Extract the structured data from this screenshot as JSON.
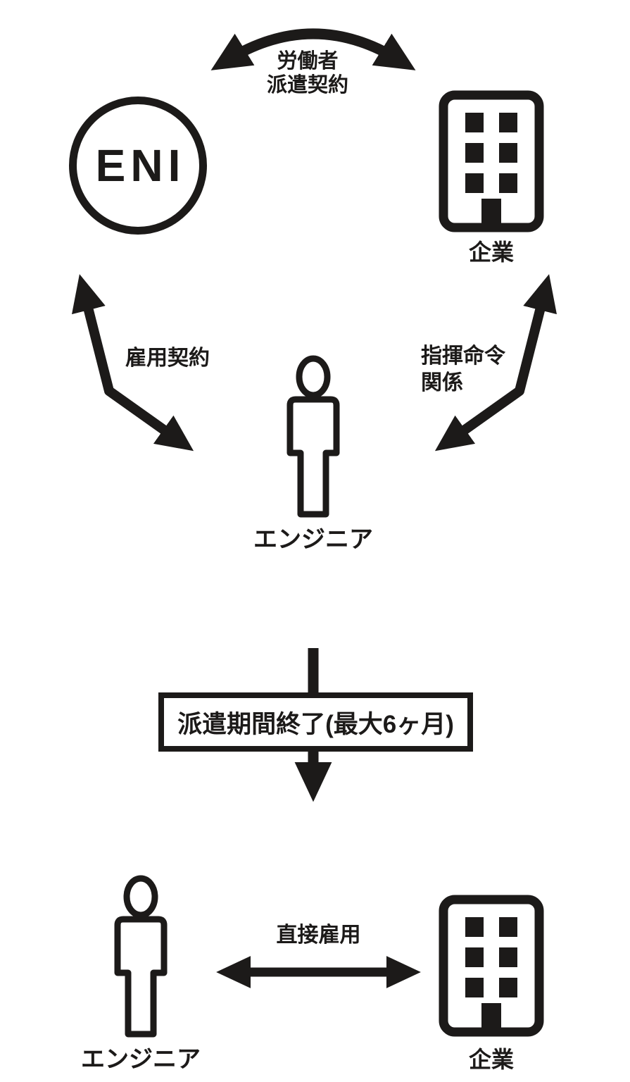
{
  "colors": {
    "ink": "#1c1a19",
    "background": "#ffffff"
  },
  "top_section": {
    "dispatch_arrow_label": "労働者\n派遣契約",
    "agency": {
      "logo_text": "ENI",
      "icon": "eni-circle-logo"
    },
    "company": {
      "label": "企業",
      "icon": "building-icon"
    },
    "engineer": {
      "label": "エンジニア",
      "icon": "person-icon"
    },
    "employment_arrow_label": "雇用契約",
    "command_arrow_label": "指揮命令\n関係"
  },
  "transition": {
    "box_label": "派遣期間終了(最大6ヶ月)",
    "icon": "down-arrow"
  },
  "bottom_section": {
    "engineer": {
      "label": "エンジニア",
      "icon": "person-icon"
    },
    "company": {
      "label": "企業",
      "icon": "building-icon"
    },
    "direct_arrow_label": "直接雇用"
  }
}
